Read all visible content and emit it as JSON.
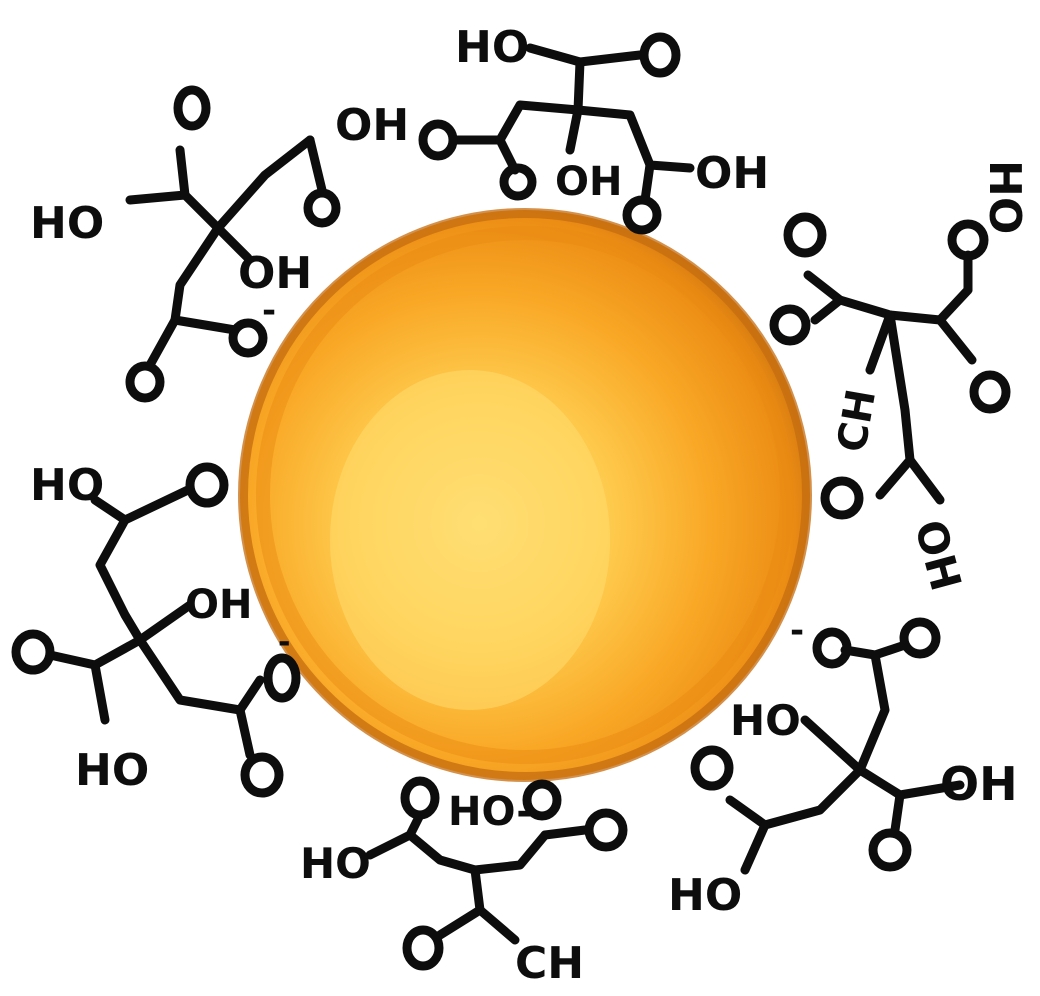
{
  "nanoparticle": {
    "core_color": "#ffd14d",
    "mid_color": "#f7a51e",
    "rim_color": "#e0800c",
    "edge_color": "#c46c10"
  },
  "ligands": [
    {
      "id": "top-left",
      "labels": [
        "HO",
        "OH",
        "OH"
      ],
      "charge": "-"
    },
    {
      "id": "top",
      "labels": [
        "HO",
        "OH",
        "OH"
      ]
    },
    {
      "id": "right",
      "labels": [
        "HO",
        "CH",
        "OH"
      ]
    },
    {
      "id": "left",
      "labels": [
        "HO",
        "OH",
        "HO"
      ],
      "charge": "-"
    },
    {
      "id": "bottom-right",
      "labels": [
        "HO",
        "OH",
        "HO"
      ],
      "charge": "-"
    },
    {
      "id": "bottom",
      "labels": [
        "HO-",
        "HO",
        "CH"
      ]
    }
  ]
}
